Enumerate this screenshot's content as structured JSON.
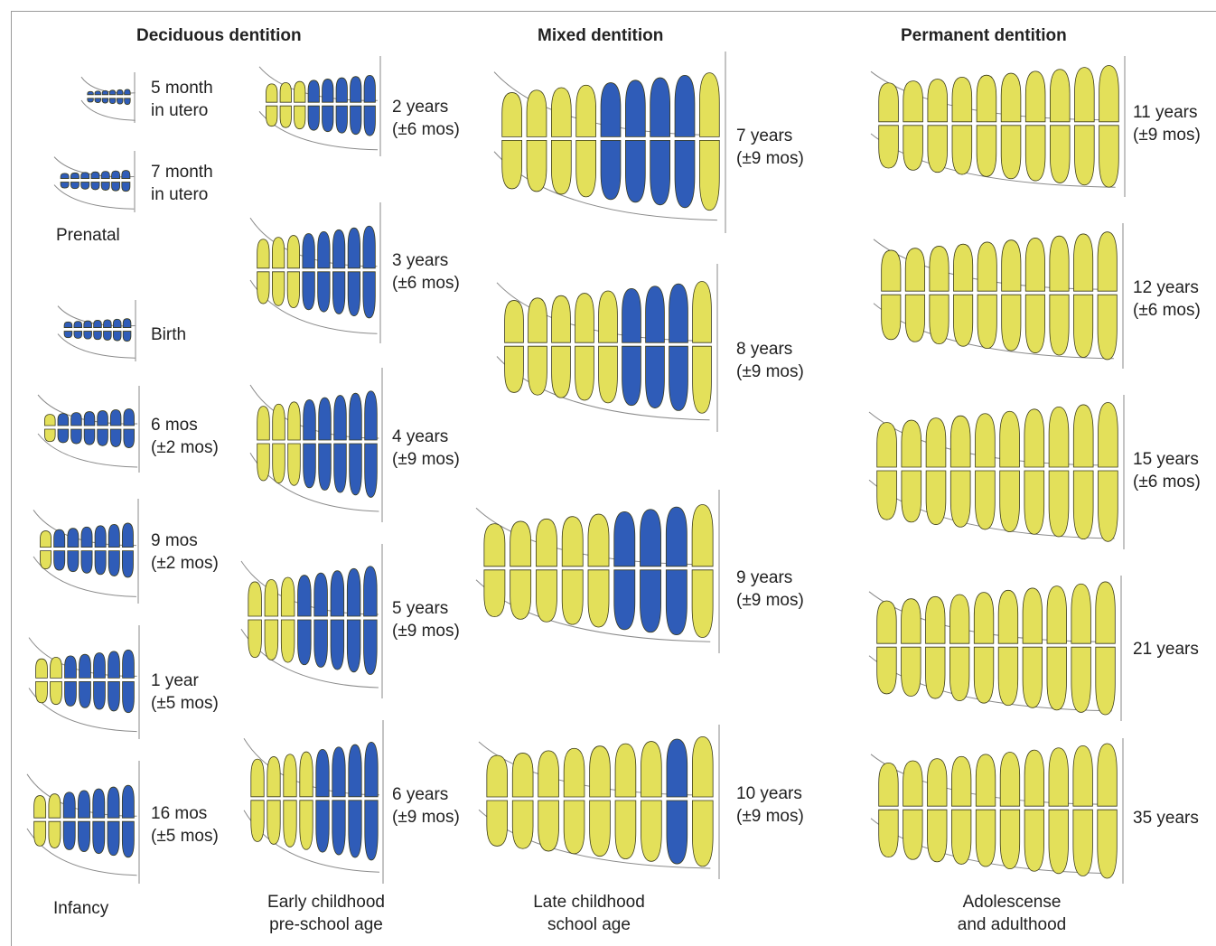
{
  "headers": {
    "deciduous": "Deciduous dentition",
    "mixed": "Mixed dentition",
    "permanent": "Permanent dentition"
  },
  "labels": {
    "m5_utero": [
      "5 month",
      "in utero"
    ],
    "m7_utero": [
      "7 month",
      "in utero"
    ],
    "birth": [
      "Birth"
    ],
    "mos6": [
      "6 mos",
      "(±2 mos)"
    ],
    "mos9": [
      "9 mos",
      "(±2 mos)"
    ],
    "year1": [
      "1 year",
      "(±5 mos)"
    ],
    "mos16": [
      "16 mos",
      "(±5 mos)"
    ],
    "y2": [
      "2 years",
      "(±6 mos)"
    ],
    "y3": [
      "3 years",
      "(±6 mos)"
    ],
    "y4": [
      "4 years",
      "(±9 mos)"
    ],
    "y5": [
      "5 years",
      "(±9 mos)"
    ],
    "y6": [
      "6 years",
      "(±9 mos)"
    ],
    "y7": [
      "7 years",
      "(±9 mos)"
    ],
    "y8": [
      "8 years",
      "(±9 mos)"
    ],
    "y9": [
      "9 years",
      "(±9 mos)"
    ],
    "y10": [
      "10 years",
      "(±9 mos)"
    ],
    "y11": [
      "11 years",
      "(±9 mos)"
    ],
    "y12": [
      "12 years",
      "(±6 mos)"
    ],
    "y15": [
      "15 years",
      "(±6 mos)"
    ],
    "y21": [
      "21 years"
    ],
    "y35": [
      "35 years"
    ]
  },
  "group_labels": {
    "prenatal": "Prenatal",
    "infancy": "Infancy",
    "early": [
      "Early childhood",
      "pre-school age"
    ],
    "late": [
      "Late childhood",
      "school age"
    ],
    "adult": [
      "Adolescense",
      "and adulthood"
    ]
  },
  "colors": {
    "deciduous_tooth": "#2f5cb8",
    "permanent_tooth": "#e3e05a",
    "outline": "#3b3b1a",
    "jaw_line": "#8a8a8a"
  }
}
